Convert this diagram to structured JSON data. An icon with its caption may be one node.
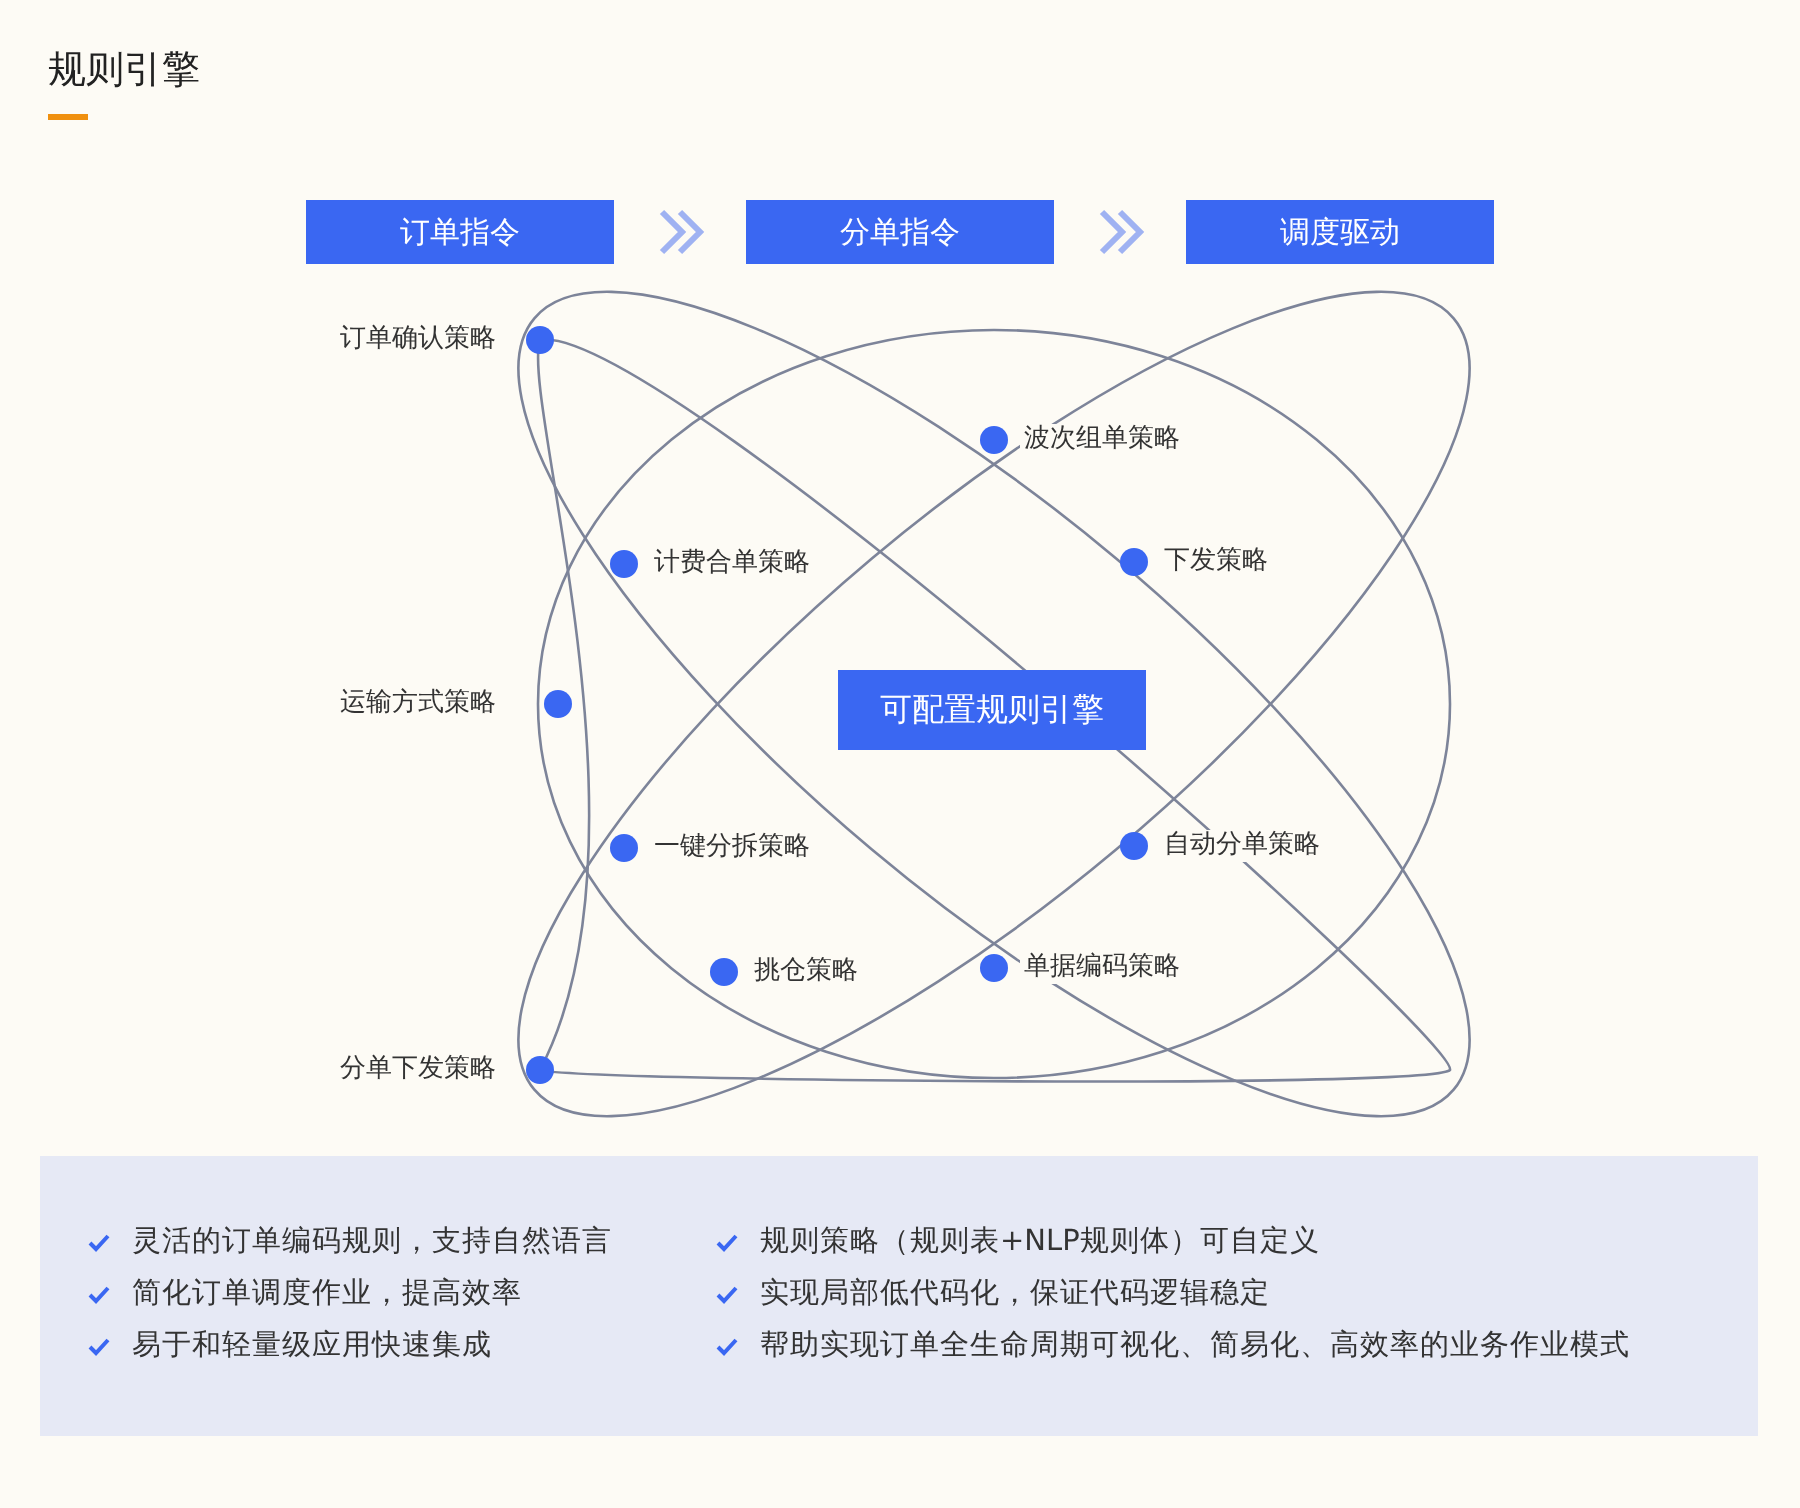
{
  "diagram": {
    "title": "规则引擎",
    "nodes": [
      {
        "text": [
          "订单指令"
        ]
      },
      {
        "text": [
          "分单指令"
        ]
      },
      {
        "text": [
          "调度驱动"
        ]
      },
      {
        "text": [
          "可配置规则引擎"
        ]
      }
    ],
    "edges": [
      {
        "from": 0,
        "to": 1,
        "arrow": "to"
      },
      {
        "from": 1,
        "to": 2,
        "arrow": "to"
      }
    ],
    "labels": [
      "订单确认策略",
      "波次组单策略",
      "计费合单策略",
      "下发策略",
      "运输方式策略",
      "一键分拆策略",
      "自动分单策略",
      "挑仓策略",
      "单据编码策略",
      "分单下发策略",
      "灵活的订单编码规则，支持自然语言",
      "规则策略（规则表+NLP规则体）可自定义",
      "简化订单调度作业，提高效率",
      "实现局部低代码化，保证代码逻辑稳定",
      "易于和轻量级应用快速集成",
      "帮助实现订单全生命周期可视化、简易化、高效率的业务作业模式"
    ]
  }
}
